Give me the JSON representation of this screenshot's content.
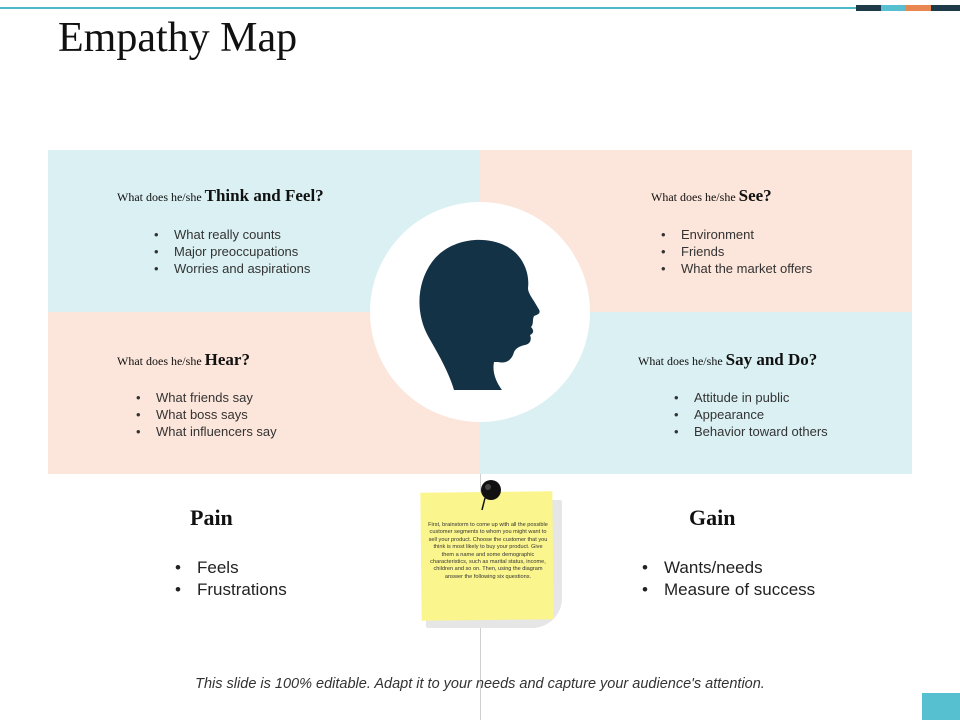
{
  "slide": {
    "title": "Empathy Map",
    "footer": "This slide is 100% editable. Adapt it to your needs and capture your audience's attention."
  },
  "colors": {
    "light_blue": "#daf0f3",
    "peach": "#fce5da",
    "head_silhouette": "#143246",
    "note_yellow": "#fbf58e",
    "accent_teal": "#56bfd0",
    "accent_orange": "#e8874f",
    "accent_navy": "#1f3a48"
  },
  "icons": {
    "center": "head-silhouette-icon",
    "pin": "push-pin-icon"
  },
  "quadrants": {
    "think_feel": {
      "prefix": "What does he/she ",
      "emphasis": "Think  and  Feel?",
      "items": [
        "What really counts",
        "Major preoccupations",
        "Worries and aspirations"
      ]
    },
    "see": {
      "prefix": "What does he/she ",
      "emphasis": "See?",
      "items": [
        "Environment",
        "Friends",
        "What the market offers"
      ]
    },
    "hear": {
      "prefix": "What does he/she ",
      "emphasis": "Hear?",
      "items": [
        "What friends say",
        "What boss says",
        "What influencers say"
      ]
    },
    "say_do": {
      "prefix": "What does he/she ",
      "emphasis": "Say and Do?",
      "items": [
        "Attitude in public",
        "Appearance",
        "Behavior toward others"
      ]
    }
  },
  "pain": {
    "title": "Pain",
    "items": [
      "Feels",
      "Frustrations"
    ]
  },
  "gain": {
    "title": "Gain",
    "items": [
      "Wants/needs",
      "Measure of success"
    ]
  },
  "note": {
    "text": "First, brainstorm to come up with all the possible customer segments to whom you might want to sell your product.  Choose the customer that you think is most likely to buy your product.  Give them a name and some demographic characteristics, such as marital status, income, children and so on.  Then, using the diagram answer the following six questions."
  }
}
